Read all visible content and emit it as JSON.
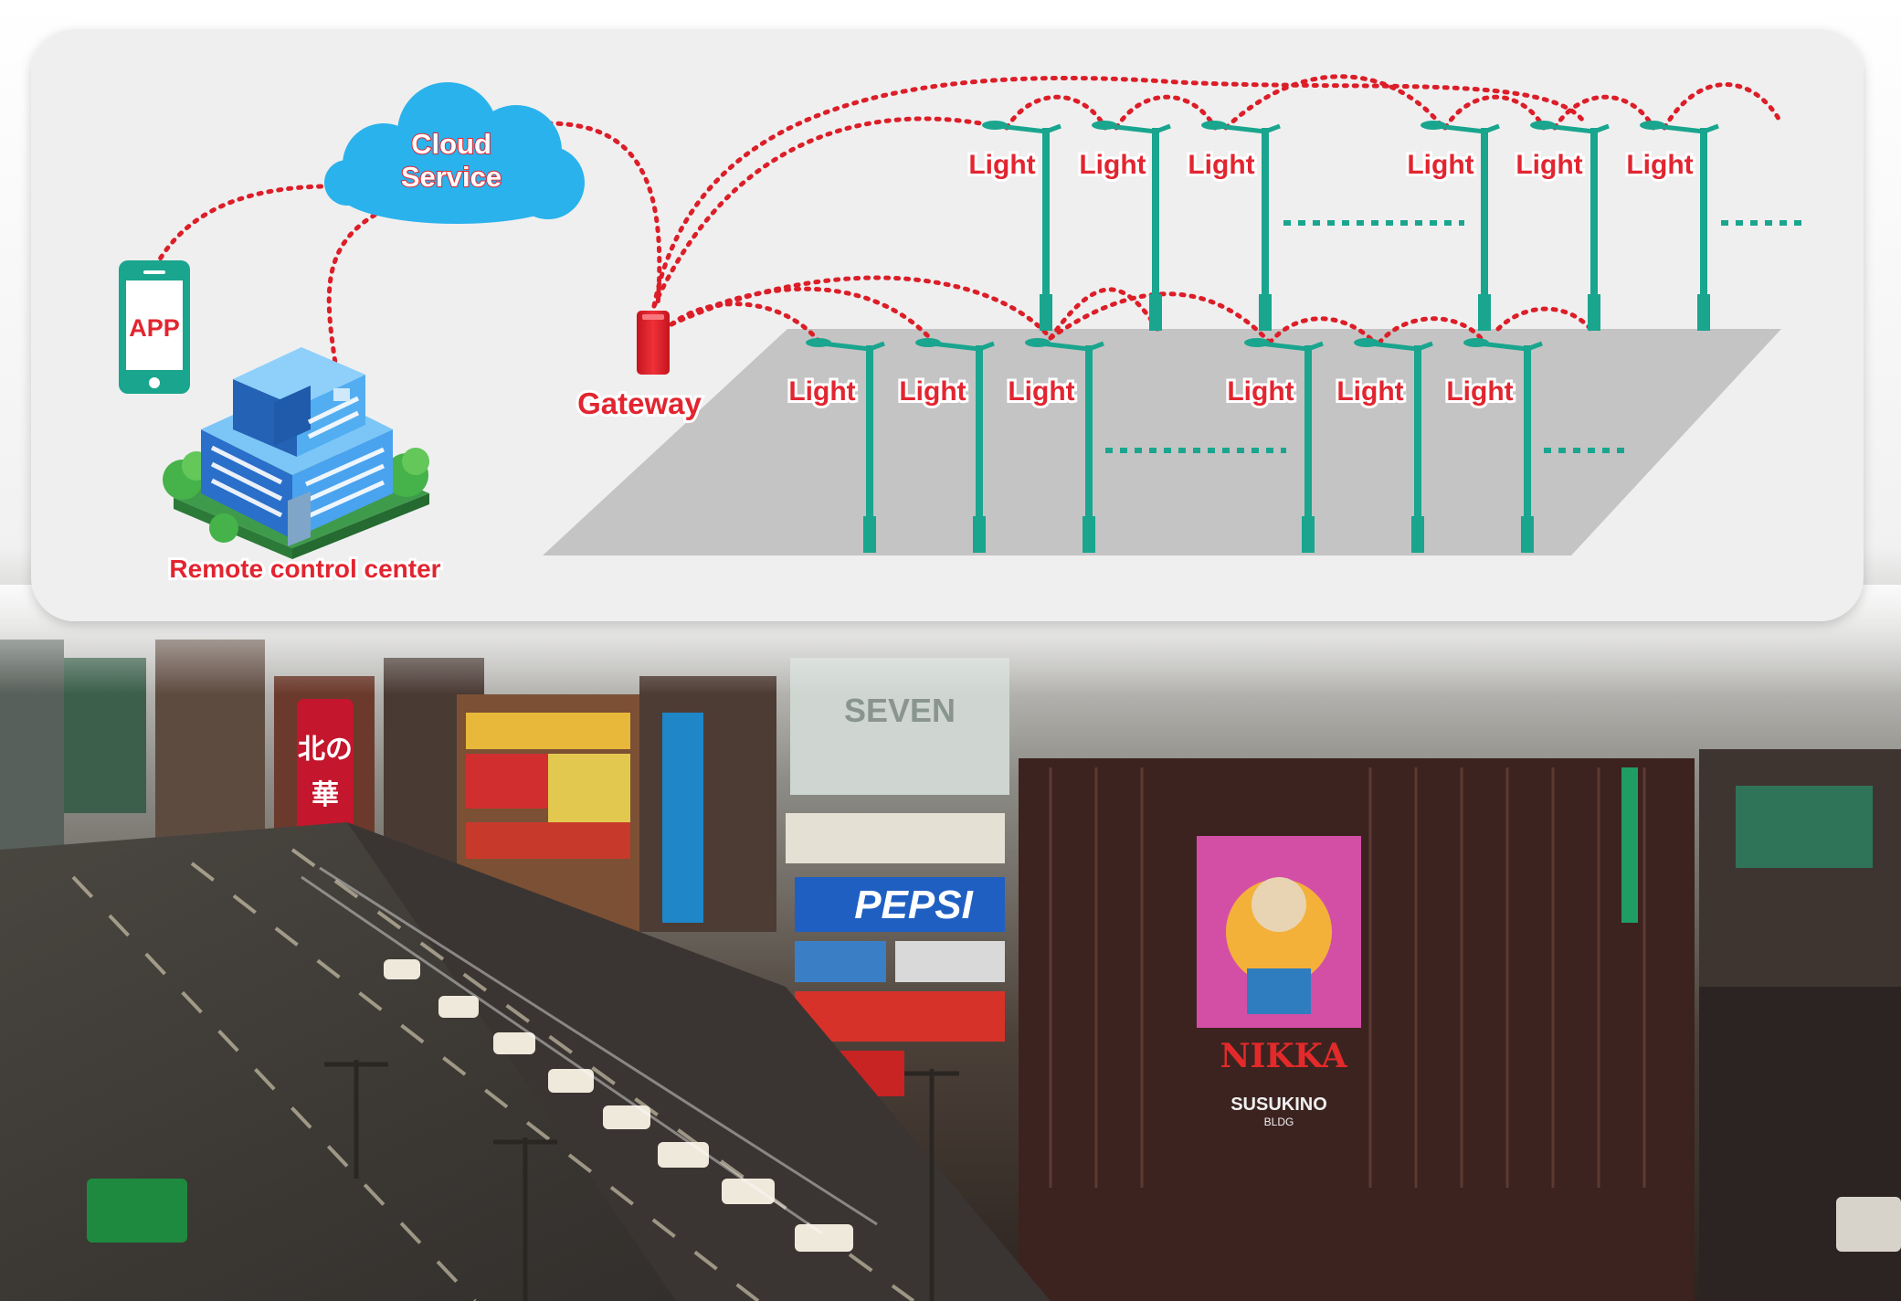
{
  "diagram": {
    "nodes": {
      "app": "APP",
      "cloud_line1": "Cloud",
      "cloud_line2": "Service",
      "gateway": "Gateway",
      "remote": "Remote control center"
    },
    "back_row_lights": [
      "Light",
      "Light",
      "Light",
      "Light",
      "Light",
      "Light"
    ],
    "front_row_lights": [
      "Light",
      "Light",
      "Light",
      "Light",
      "Light",
      "Light"
    ],
    "signs": {
      "sign_nikka": "NIKKA",
      "sign_susukino_1": "SUSUKINO",
      "sign_susukino_2": "BLDG",
      "sign_pepsi": "PEPSI",
      "sign_seven": "SEVEN"
    }
  },
  "colors": {
    "link_red": "#dc1e28",
    "light_green": "#19a58e",
    "panel_bg": "#efefef",
    "platform_gray": "#c4c4c4",
    "label_red": "#e22530",
    "building_blue": "#2f86dc"
  },
  "icons": [
    "phone-icon",
    "cloud-icon",
    "gateway-device-icon",
    "building-icon",
    "street-light-icon"
  ]
}
